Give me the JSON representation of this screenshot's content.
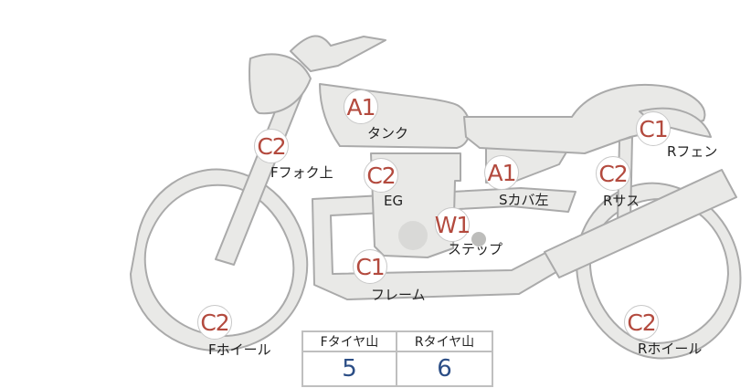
{
  "parts": [
    {
      "id": "tank",
      "code": "A1",
      "label": "タンク"
    },
    {
      "id": "ffork-upper",
      "code": "C2",
      "label": "Fフォク上"
    },
    {
      "id": "eg",
      "code": "C2",
      "label": "EG"
    },
    {
      "id": "s-cover-left",
      "code": "A1",
      "label": "Sカバ左"
    },
    {
      "id": "step",
      "code": "W1",
      "label": "ステップ"
    },
    {
      "id": "frame",
      "code": "C1",
      "label": "フレーム"
    },
    {
      "id": "r-fender",
      "code": "C1",
      "label": "Rフェン"
    },
    {
      "id": "r-suspension",
      "code": "C2",
      "label": "Rサス"
    },
    {
      "id": "f-wheel",
      "code": "C2",
      "label": "Fホイール"
    },
    {
      "id": "r-wheel",
      "code": "C2",
      "label": "Rホイール"
    }
  ],
  "tire_tread": {
    "front_label": "Fタイヤ山",
    "front_value": "5",
    "rear_label": "Rタイヤ山",
    "rear_value": "6"
  },
  "colors": {
    "code_text": "#b34a3e",
    "value_text": "#2c4e86",
    "bike_fill": "#e9e9e7",
    "bike_stroke": "#aaaaaa"
  }
}
